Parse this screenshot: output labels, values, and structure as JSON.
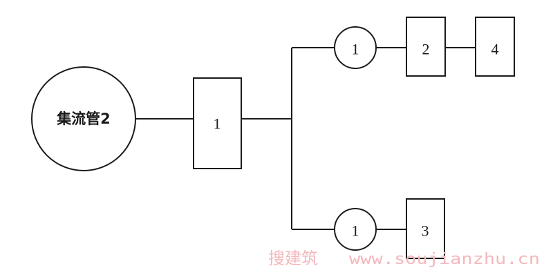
{
  "diagram": {
    "header": {
      "label": "集流管2"
    },
    "main_box": {
      "label": "1"
    },
    "upper_circle": {
      "label": "1"
    },
    "upper_box_a": {
      "label": "2"
    },
    "upper_box_b": {
      "label": "4"
    },
    "lower_circle": {
      "label": "1"
    },
    "lower_box": {
      "label": "3"
    }
  },
  "watermark": {
    "site_name": "搜建筑",
    "url": "www.soujianzhu.cn"
  },
  "colors": {
    "line": "#1a1a1a",
    "watermark": "#f4b8bd"
  }
}
